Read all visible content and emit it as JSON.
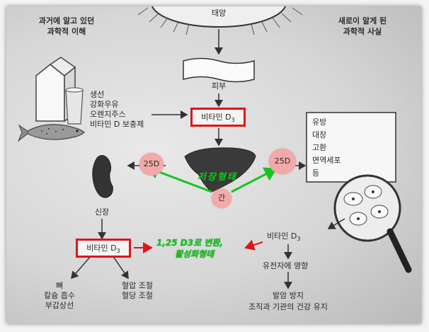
{
  "labels": {
    "sun": "태양",
    "past_header_1": "과거에 알고 있던",
    "past_header_2": "과학적 이해",
    "new_header_1": "새로이 알게 된",
    "new_header_2": "과학적 사실",
    "skin": "피부",
    "foods": [
      "생선",
      "강화우유",
      "오렌지주스",
      "비타민 D 보충제"
    ],
    "vitamin_d3_base": "비타민 D",
    "vitamin_d3_sub": "3",
    "liver": "간",
    "twentyfive_d": "25D",
    "storage_form": "저장형태",
    "kidney": "신장",
    "conversion_1": "1,25 D3로 변환,",
    "conversion_2": "활성화형태",
    "kidney_effects_left": [
      "뼈",
      "칼슘 흡수",
      "부갑상선"
    ],
    "kidney_effects_right": [
      "혈압 조절",
      "혈당 조절"
    ],
    "tissues": [
      "유방",
      "대장",
      "고환",
      "면역세포",
      "등"
    ],
    "gene_effect": "유전자에 영향",
    "cancer_prevention": "발암 방지",
    "health_maintenance": "조직과 기관의 건강 유지"
  },
  "colors": {
    "highlight_red": "#e01515",
    "annotation_green": "#15c51f",
    "marker_pink": "#f2a9a9",
    "ink": "#2a2a2a"
  },
  "icons": [
    "sun-icon",
    "milk-carton-icon",
    "juice-glass-icon",
    "fish-icon",
    "liver-icon",
    "kidney-icon",
    "magnifier-icon"
  ]
}
